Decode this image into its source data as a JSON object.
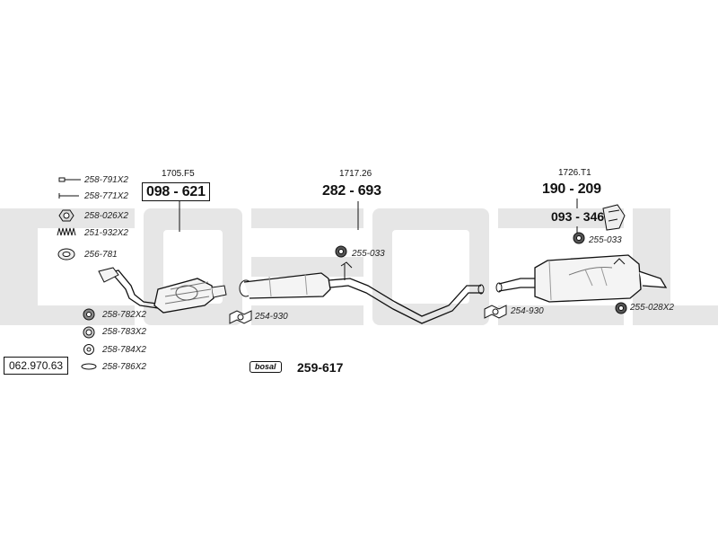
{
  "article_number": "062.970.63",
  "brand_label": "bosal",
  "kit_number": "259-617",
  "groups": [
    {
      "oe": "1705.F5",
      "part": "098 - 621"
    },
    {
      "oe": "1717.26",
      "part": "282 - 693"
    },
    {
      "oe": "1726.T1",
      "part": "190 - 209",
      "sub_part": "093 - 346"
    }
  ],
  "fittings_left": [
    "258-791X2",
    "258-771X2",
    "258-026X2",
    "251-932X2",
    "256-781"
  ],
  "fittings_bottom_left": [
    "258-782X2",
    "258-783X2",
    "258-784X2",
    "258-786X2"
  ],
  "callouts": {
    "gasket_front": "254-930",
    "rubber_middle": "255-033",
    "rubber_rear": "255-033",
    "gasket_rear": "254-930",
    "rubber_rear_pair": "255-028X2"
  },
  "icons": [
    "bolt-icon",
    "pin-icon",
    "nut-icon",
    "spring-icon",
    "ring-gasket-icon",
    "rubber-mount-icon",
    "washer-icon",
    "clamp-icon",
    "gasket-icon",
    "bracket-icon"
  ],
  "colors": {
    "line": "#111111",
    "watermark": "#e6e6e6",
    "part_fill": "#f4f4f4"
  }
}
